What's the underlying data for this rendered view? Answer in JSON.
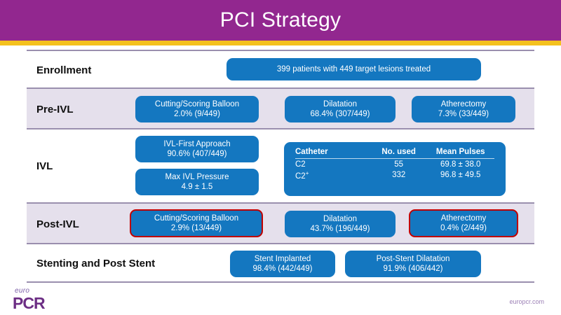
{
  "header": {
    "title": "PCI Strategy",
    "bar_color": "#92278f",
    "accent_color": "#f4c11e"
  },
  "theme": {
    "box_blue": "#1477c0",
    "flag_red": "#c00000",
    "band_alt": "#e5e0ec",
    "rule_color": "#9a8fae"
  },
  "rows": [
    {
      "label": "Enrollment",
      "boxes": [
        {
          "line1": "399 patients with 449 target lesions treated",
          "line2": "",
          "flagged": false
        }
      ]
    },
    {
      "label": "Pre-IVL",
      "boxes": [
        {
          "line1": "Cutting/Scoring Balloon",
          "line2": "2.0% (9/449)",
          "flagged": false
        },
        {
          "line1": "Dilatation",
          "line2": "68.4% (307/449)",
          "flagged": false
        },
        {
          "line1": "Atherectomy",
          "line2": "7.3% (33/449)",
          "flagged": false
        }
      ]
    },
    {
      "label": "IVL",
      "boxes": [
        {
          "line1": "IVL-First Approach",
          "line2": "90.6% (407/449)",
          "flagged": false
        },
        {
          "line1": "Max IVL Pressure",
          "line2": "4.9 ± 1.5",
          "flagged": false
        }
      ]
    },
    {
      "label": "Post-IVL",
      "boxes": [
        {
          "line1": "Cutting/Scoring Balloon",
          "line2": "2.9% (13/449)",
          "flagged": true
        },
        {
          "line1": "Dilatation",
          "line2": "43.7% (196/449)",
          "flagged": false
        },
        {
          "line1": "Atherectomy",
          "line2": "0.4% (2/449)",
          "flagged": true
        }
      ]
    },
    {
      "label": "Stenting and Post Stent",
      "boxes": [
        {
          "line1": "Stent Implanted",
          "line2": "98.4% (442/449)",
          "flagged": false
        },
        {
          "line1": "Post-Stent Dilatation",
          "line2": "91.9% (406/442)",
          "flagged": false
        }
      ]
    }
  ],
  "catheter_table": {
    "headers": [
      "Catheter",
      "No. used",
      "Mean Pulses"
    ],
    "rows": [
      {
        "catheter": "C2",
        "catheter_sup": "",
        "no_used": "55",
        "mean_pulses": "69.8 ± 38.0"
      },
      {
        "catheter": "C2",
        "catheter_sup": "+",
        "no_used": "332",
        "mean_pulses": "96.8 ± 49.5"
      }
    ]
  },
  "footer": {
    "logo_top": "euro",
    "logo_bottom": "PCR",
    "url": "europcr.com"
  }
}
